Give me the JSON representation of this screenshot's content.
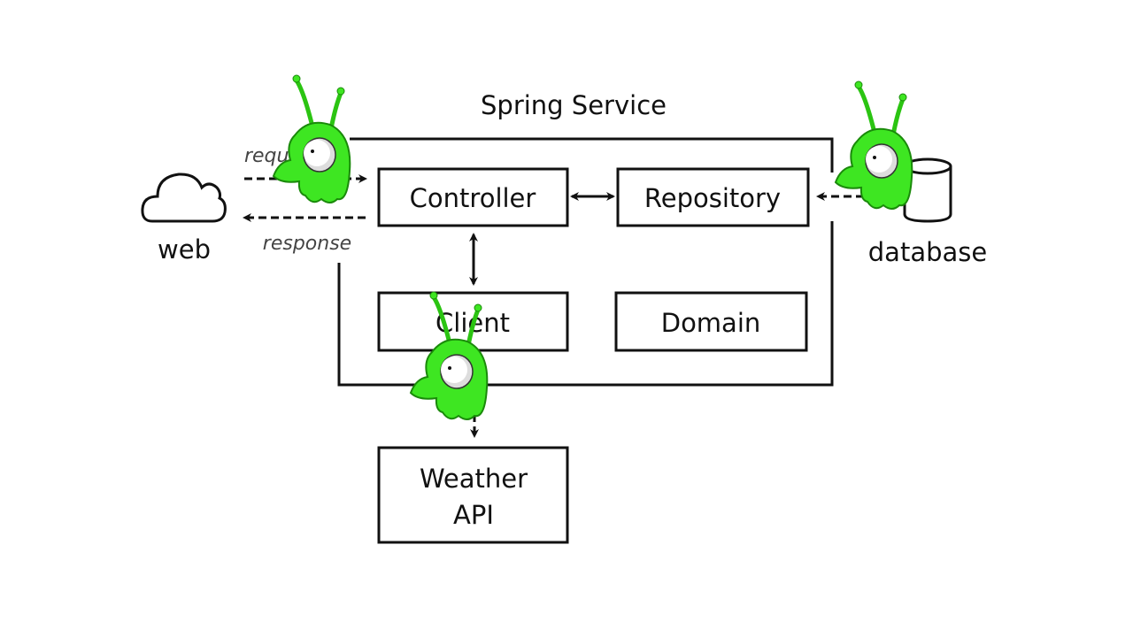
{
  "title": "Spring Service",
  "nodes": {
    "controller": "Controller",
    "repository": "Repository",
    "client": "Client",
    "domain": "Domain",
    "weather_api_line1": "Weather",
    "weather_api_line2": "API",
    "web": "web",
    "database": "database"
  },
  "edges": {
    "request": "request",
    "response": "response"
  },
  "colors": {
    "mascot": "#33e01a",
    "stroke": "#111111"
  },
  "icons": [
    "cloud-icon",
    "database-icon",
    "alien-mascot-icon"
  ]
}
